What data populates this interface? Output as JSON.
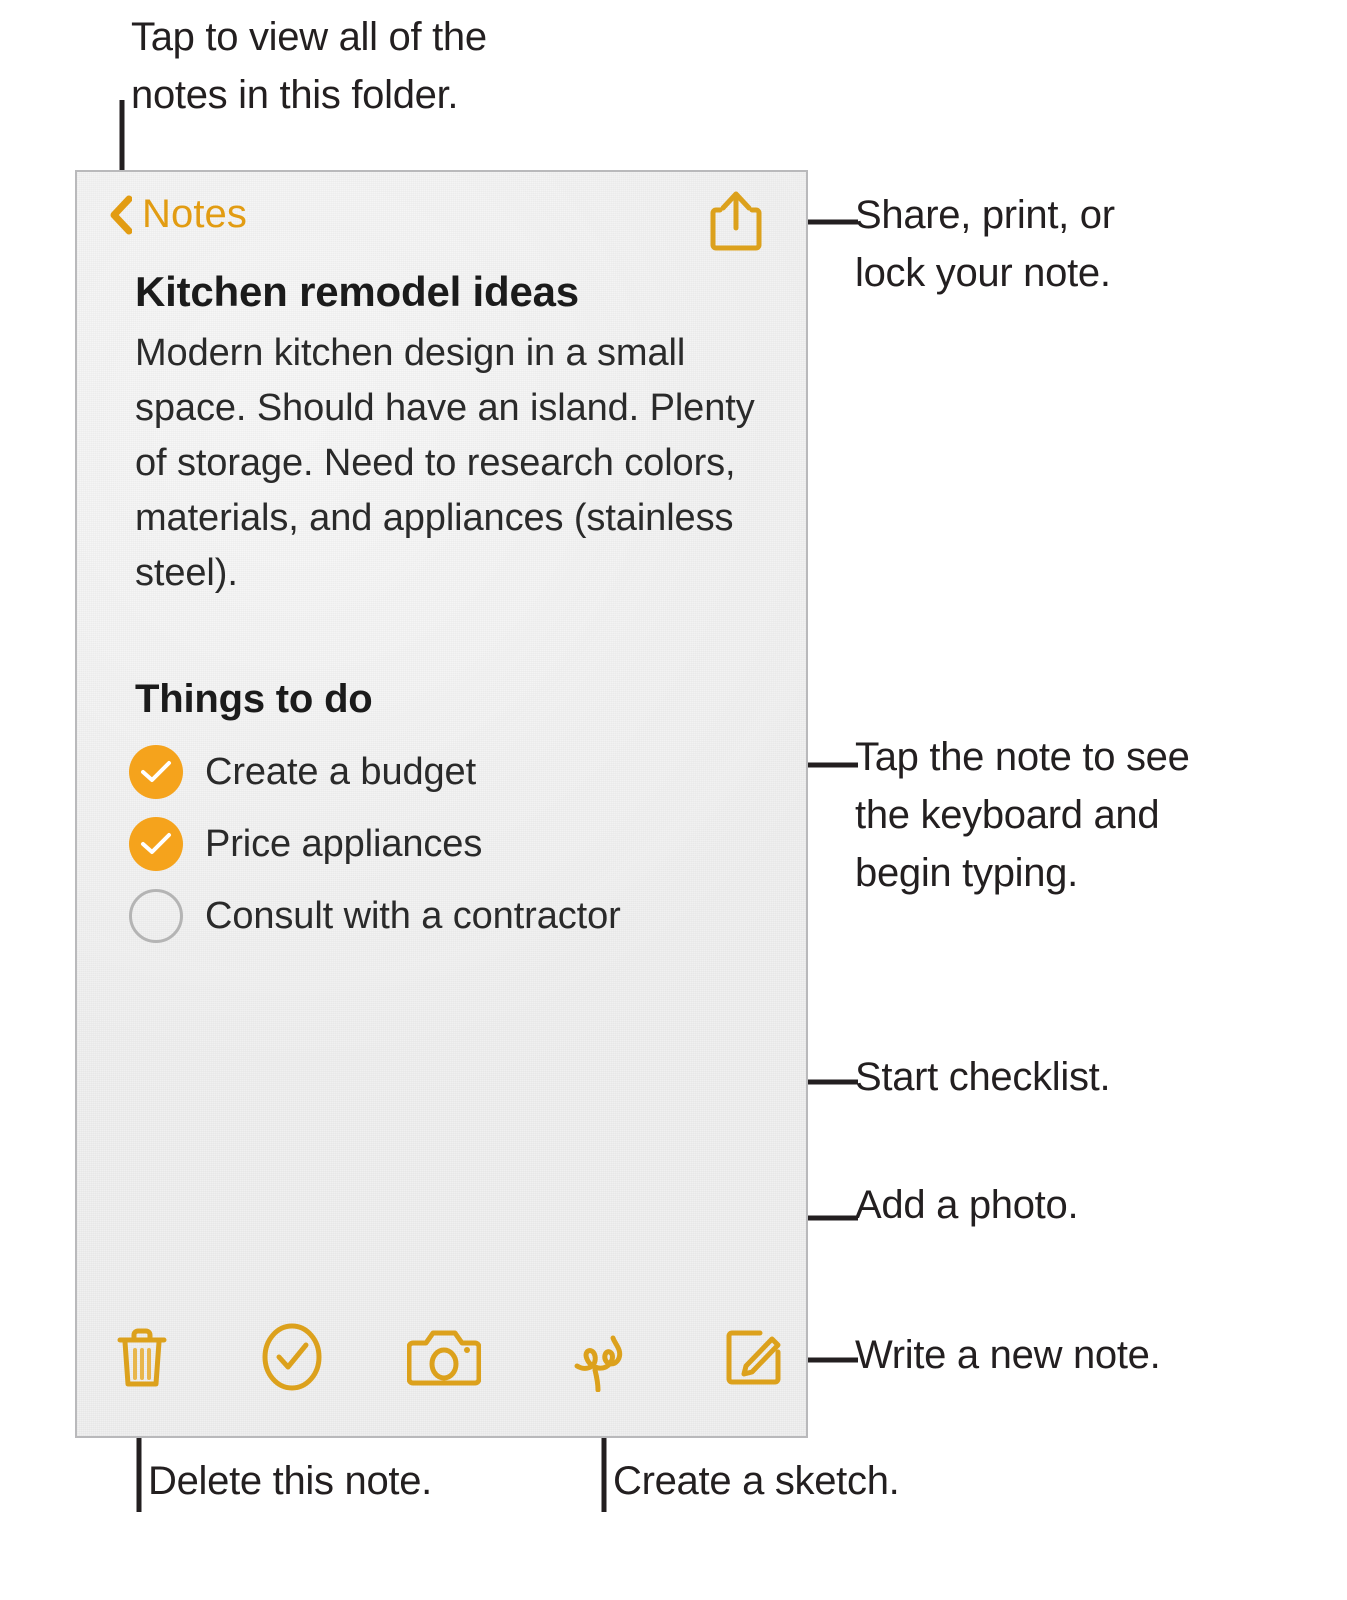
{
  "note": {
    "back_label": "Notes",
    "title": "Kitchen remodel ideas",
    "paragraph": "Modern kitchen design in a small space. Should have an island. Plenty of storage. Need to research colors, materials, and appliances (stainless steel).",
    "todo_heading": "Things to do",
    "todos": [
      {
        "label": "Create a budget",
        "checked": true
      },
      {
        "label": "Price appliances",
        "checked": true
      },
      {
        "label": "Consult with a contractor",
        "checked": false
      }
    ],
    "toolbar": [
      {
        "icon": "trash-icon",
        "name": "delete-note-button"
      },
      {
        "icon": "checklist-icon",
        "name": "checklist-button"
      },
      {
        "icon": "camera-icon",
        "name": "add-photo-button"
      },
      {
        "icon": "sketch-icon",
        "name": "sketch-button"
      },
      {
        "icon": "compose-icon",
        "name": "new-note-button"
      }
    ],
    "share_icon": "share-icon",
    "back_icon": "chevron-left-icon"
  },
  "callouts": {
    "folder": "Tap to view all of the\nnotes in this folder.",
    "share": "Share, print, or\nlock your note.",
    "tap_note": "Tap the note to see\nthe keyboard and\nbegin typing.",
    "checklist": "Start checklist.",
    "photo": "Add a photo.",
    "write": "Write a new note.",
    "delete": "Delete this note.",
    "sketch": "Create a sketch."
  },
  "colors": {
    "accent_gold": "#e29c12",
    "check_fill": "#f5a31c",
    "icon_gold": "#dca11c",
    "note_bg": "#efefef",
    "text": "#231f20",
    "leader": "#231f20"
  }
}
